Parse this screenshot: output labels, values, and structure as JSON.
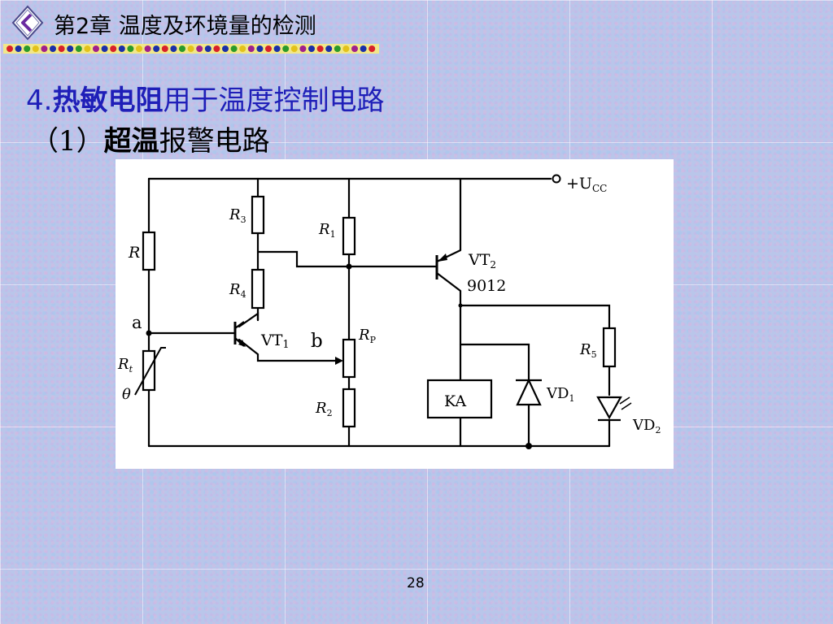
{
  "header": {
    "icon": "chevron-left-diamond-icon",
    "title": "第2章 温度及环境量的检测"
  },
  "heading": {
    "number": "4.",
    "bold": "热敏电阻",
    "rest": "用于温度控制电路"
  },
  "subheading": {
    "prefix": "（1）",
    "bold": "超温",
    "rest": "报警电路"
  },
  "circuit": {
    "supply": "+U",
    "supply_sub": "CC",
    "R": "R",
    "R3": "R",
    "R3_sub": "3",
    "R4": "R",
    "R4_sub": "4",
    "R1": "R",
    "R1_sub": "1",
    "Rp": "R",
    "Rp_sub": "P",
    "R2": "R",
    "R2_sub": "2",
    "R5": "R",
    "R5_sub": "5",
    "Rt": "R",
    "Rt_sub": "t",
    "theta": "θ",
    "VT1": "VT",
    "VT1_sub": "1",
    "VT2": "VT",
    "VT2_sub": "2",
    "VT2_part": "9012",
    "KA": "KA",
    "VD1": "VD",
    "VD1_sub": "1",
    "VD2": "VD",
    "VD2_sub": "2",
    "node_a": "a",
    "node_b": "b",
    "label_red": "#e0201c"
  },
  "dot_colors": [
    "#d8202a",
    "#1a2fa8",
    "#2a9a2a",
    "#e3c21a",
    "#a0208c",
    "#1a2fa8"
  ],
  "page": {
    "number": "28"
  }
}
